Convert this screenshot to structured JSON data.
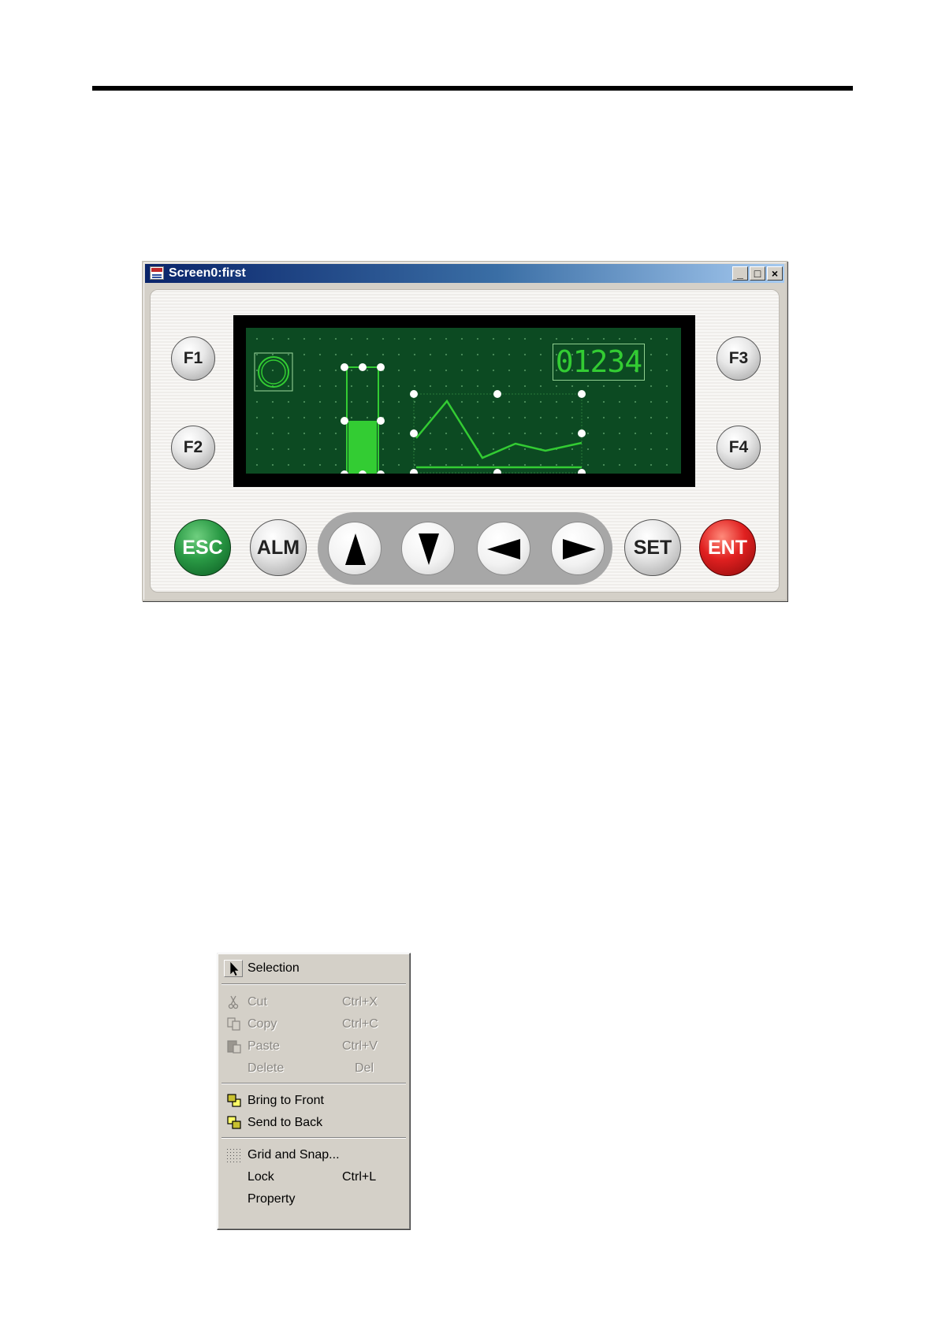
{
  "window": {
    "title": "Screen0:first",
    "minimize_glyph": "_",
    "maximize_glyph": "□",
    "close_glyph": "×"
  },
  "lcd": {
    "numeric_display": "01234"
  },
  "keys": {
    "f1": "F1",
    "f2": "F2",
    "f3": "F3",
    "f4": "F4",
    "esc": "ESC",
    "alm": "ALM",
    "set": "SET",
    "ent": "ENT",
    "arrows": [
      "up-arrow-icon",
      "down-arrow-icon",
      "left-arrow-icon",
      "right-arrow-icon"
    ]
  },
  "context_menu": {
    "items": [
      {
        "label": "Selection",
        "shortcut": "",
        "enabled": true,
        "icon": "arrow-cursor-icon"
      },
      {
        "label": "Cut",
        "shortcut": "Ctrl+X",
        "enabled": false,
        "icon": "scissors-icon"
      },
      {
        "label": "Copy",
        "shortcut": "Ctrl+C",
        "enabled": false,
        "icon": "copy-icon"
      },
      {
        "label": "Paste",
        "shortcut": "Ctrl+V",
        "enabled": false,
        "icon": "paste-icon"
      },
      {
        "label": "Delete",
        "shortcut": "Del",
        "enabled": false,
        "icon": ""
      },
      {
        "label": "Bring to Front",
        "shortcut": "",
        "enabled": true,
        "icon": "bring-to-front-icon"
      },
      {
        "label": "Send to Back",
        "shortcut": "",
        "enabled": true,
        "icon": "send-to-back-icon"
      },
      {
        "label": "Grid and Snap...",
        "shortcut": "",
        "enabled": true,
        "icon": "grid-icon"
      },
      {
        "label": "Lock",
        "shortcut": "Ctrl+L",
        "enabled": true,
        "icon": ""
      },
      {
        "label": "Property",
        "shortcut": "",
        "enabled": true,
        "icon": ""
      }
    ]
  },
  "colors": {
    "lcd_background": "#0c4a22",
    "lcd_foreground": "#33cc33",
    "esc_key": "#1f8a3a",
    "ent_key": "#d01818",
    "titlebar": "#0a246a"
  }
}
